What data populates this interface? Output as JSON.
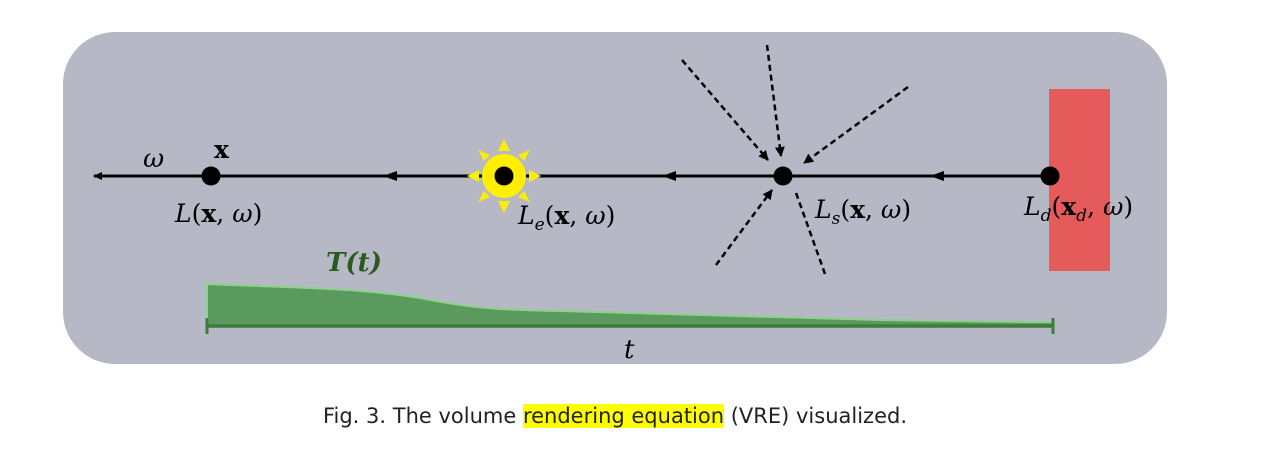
{
  "diagram": {
    "direction_label": "ω",
    "point_label": "x",
    "nodes": [
      {
        "func": "L",
        "sub": "",
        "args_html": "(x, ω)",
        "label": "L(x, ω)"
      },
      {
        "func": "L",
        "sub": "e",
        "label": "Le(x, ω)"
      },
      {
        "func": "L",
        "sub": "s",
        "label": "Ls(x, ω)"
      },
      {
        "func": "L",
        "sub": "d",
        "label": "Ld(xd, ω)"
      }
    ],
    "transmittance_label": "T(t)",
    "axis_label": "t",
    "colors": {
      "background_panel": "#b6b8c6",
      "emitter": "#ffee00",
      "surface": "#e55a5a",
      "transmittance_fill": "#5a9a5e",
      "transmittance_edge": "#8fd08a",
      "transmittance_label": "#2b5a1f"
    }
  },
  "caption": {
    "prefix": "Fig. 3.  The volume ",
    "highlight": "rendering equation",
    "suffix": " (VRE) visualized."
  }
}
